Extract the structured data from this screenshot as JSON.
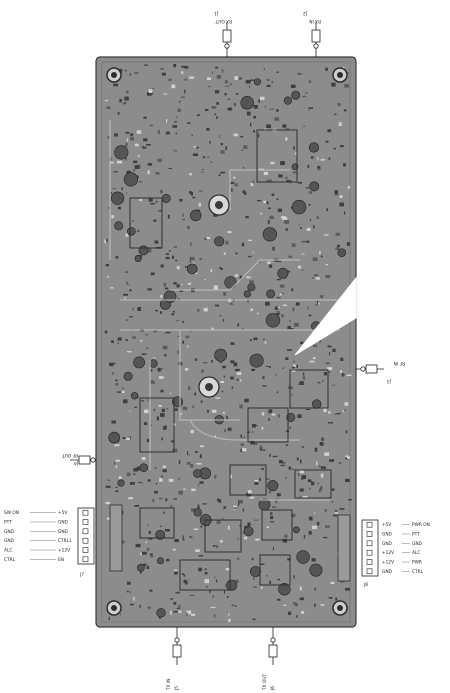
{
  "board": {
    "background": "#ffffff",
    "pcb_color": "#8c8c8c",
    "pcb_dark": "#4a4a4a",
    "trace_color": "#b9b9b9",
    "pointer_color": "#ffffff"
  },
  "connectors": {
    "top_left": {
      "ref": "J1",
      "label": "RX OUT"
    },
    "top_right": {
      "ref": "J2",
      "label": "RX IN"
    },
    "right_mid": {
      "ref": "J3",
      "label": "RF IN"
    },
    "left_mid": {
      "ref": "J4",
      "label": "RF OUT"
    },
    "bottom_left": {
      "ref": "J5",
      "label": "TX IN"
    },
    "bottom_right": {
      "ref": "J6",
      "label": "TX OUT"
    }
  },
  "left_header": {
    "ref": "J7",
    "pins": [
      "+5V",
      "GND",
      "GND",
      "CTRL1",
      "+12V",
      "EN"
    ],
    "signals": [
      "SW ON",
      "PTT",
      "GND",
      "GND",
      "ALC",
      "CTRL"
    ]
  },
  "right_header": {
    "ref": "J8",
    "pins": [
      "+5V",
      "GND",
      "GND",
      "+12V",
      "+12V",
      "GND"
    ],
    "signals": [
      "PWR ON",
      "PTT",
      "GND",
      "ALC",
      "PWR",
      "CTRL"
    ]
  }
}
